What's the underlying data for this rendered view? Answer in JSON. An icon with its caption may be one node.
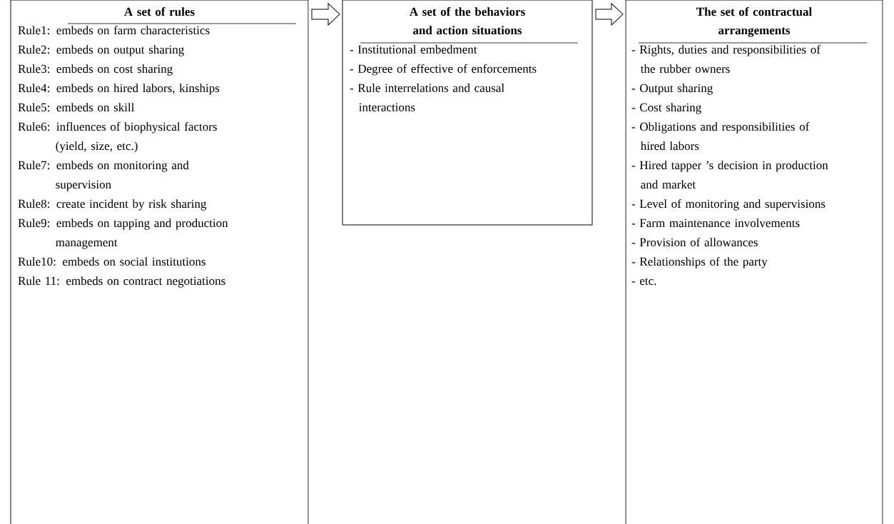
{
  "diagram": {
    "nodes": [
      {
        "text": [
          "A set of rules",
          "Rule1: embeds on farm characteristics",
          "Rule2: embeds on output sharing",
          "Rule3: embeds on cost sharing",
          "Rule4: embeds on hired labors, kinships",
          "Rule5: embeds on skill",
          "Rule6: influences of biophysical factors (yield, size, etc.)",
          "Rule7: embeds on monitoring and supervision",
          "Rule8: create incident by risk sharing",
          "Rule9: embeds on tapping and production management",
          "Rule10: embeds on social institutions",
          "Rule 11: embeds on contract negotiations"
        ]
      },
      {
        "text": [
          "A set of the behaviors and action situations",
          "- Institutional embedment",
          "- Degree of effective of enforcements",
          "- Rule interrelations and causal interactions"
        ]
      },
      {
        "text": [
          "The set of contractual arrangements",
          "- Rights, duties and responsibilities of the rubber owners",
          "- Output sharing",
          "- Cost sharing",
          "- Obligations and responsibilities of hired labors",
          "- Hired tapper ’s decision in production and market",
          "- Level of monitoring and supervisions",
          "- Farm maintenance involvements",
          "- Provision of allowances",
          "- Relationships of the party",
          "- etc."
        ]
      }
    ],
    "edges": [
      {
        "from": 0,
        "to": 1,
        "arrow": "to"
      },
      {
        "from": 1,
        "to": 2,
        "arrow": "to"
      }
    ]
  }
}
